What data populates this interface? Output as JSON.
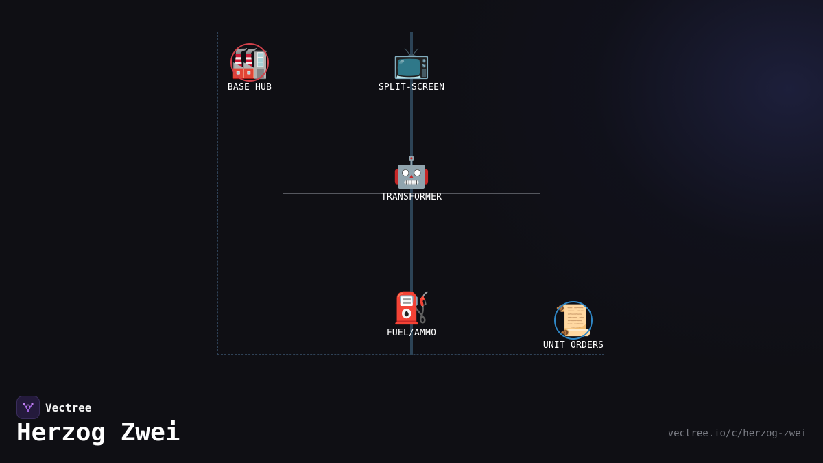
{
  "diagram": {
    "nodes": [
      {
        "id": "base-hub",
        "label": "BASE HUB",
        "emoji": "🏭",
        "ring_color": "#d2404a"
      },
      {
        "id": "split-screen",
        "label": "SPLIT-SCREEN",
        "emoji": "📺",
        "ring_color": ""
      },
      {
        "id": "transformer",
        "label": "TRANSFORMER",
        "emoji": "🤖",
        "ring_color": ""
      },
      {
        "id": "fuel-ammo",
        "label": "FUEL/AMMO",
        "emoji": "⛽",
        "ring_color": ""
      },
      {
        "id": "unit-orders",
        "label": "UNIT ORDERS",
        "emoji": "📜",
        "ring_color": "#2f88c8"
      }
    ]
  },
  "brand": {
    "name": "Vectree",
    "accent": "#a060e0"
  },
  "page": {
    "title": "Herzog Zwei",
    "url": "vectree.io/c/herzog-zwei"
  }
}
